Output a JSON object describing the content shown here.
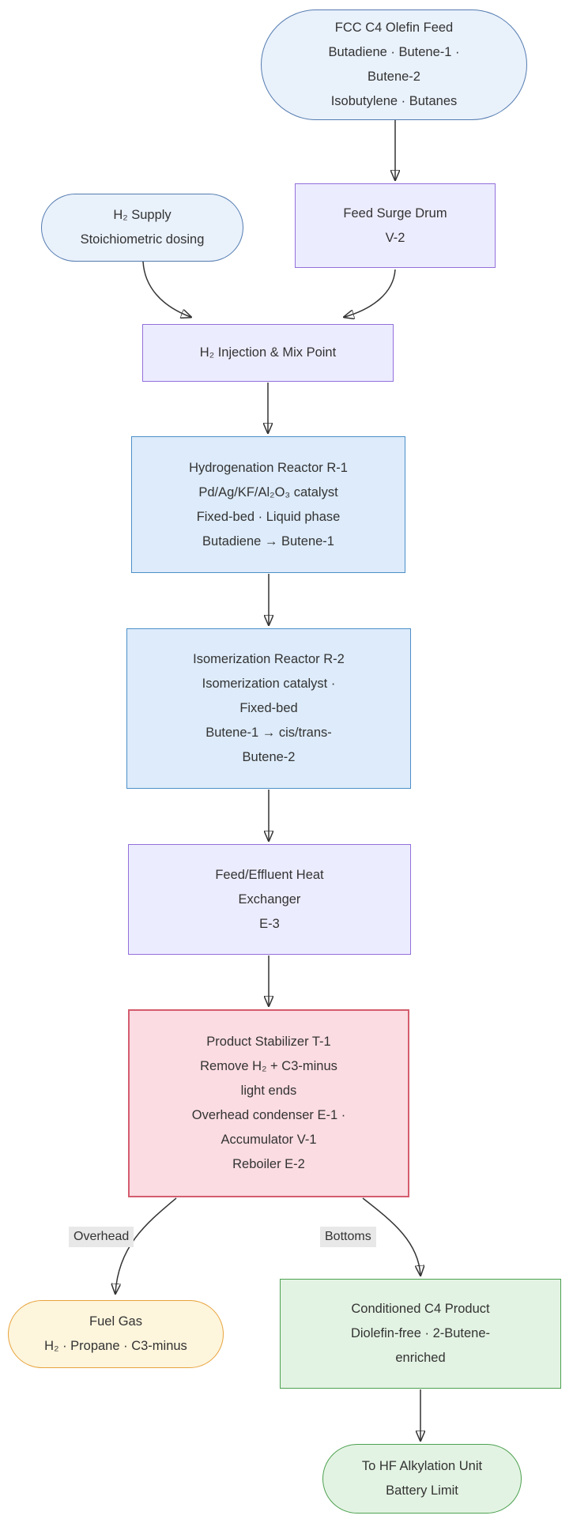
{
  "nodes": {
    "fcc_feed": {
      "lines": [
        "FCC C4 Olefin Feed",
        "Butadiene · Butene-1 ·",
        "Butene-2",
        "Isobutylene · Butanes"
      ]
    },
    "feed_surge": {
      "lines": [
        "Feed Surge Drum",
        "V-2"
      ]
    },
    "h2_supply": {
      "lines": [
        "H₂ Supply",
        "Stoichiometric dosing"
      ]
    },
    "mix_point": {
      "lines": [
        "H₂ Injection & Mix Point"
      ]
    },
    "reactor_r1": {
      "lines": [
        "Hydrogenation Reactor R-1",
        "Pd/Ag/KF/Al₂O₃ catalyst",
        "Fixed-bed · Liquid phase",
        "Butadiene → Butene-1"
      ]
    },
    "reactor_r2": {
      "lines": [
        "Isomerization Reactor R-2",
        "Isomerization catalyst ·",
        "Fixed-bed",
        "Butene-1 → cis/trans-",
        "Butene-2"
      ]
    },
    "exchanger_e3": {
      "lines": [
        "Feed/Effluent Heat",
        "Exchanger",
        "E-3"
      ]
    },
    "stabilizer_t1": {
      "lines": [
        "Product Stabilizer T-1",
        "Remove H₂ + C3-minus",
        "light ends",
        "Overhead condenser E-1 ·",
        "Accumulator V-1",
        "Reboiler E-2"
      ]
    },
    "fuel_gas": {
      "lines": [
        "Fuel Gas",
        "H₂ · Propane · C3-minus"
      ]
    },
    "c4_product": {
      "lines": [
        "Conditioned C4 Product",
        "Diolefin-free · 2-Butene-",
        "enriched"
      ]
    },
    "hf_alkylation": {
      "lines": [
        "To HF Alkylation Unit",
        "Battery Limit"
      ]
    }
  },
  "edge_labels": {
    "overhead": "Overhead",
    "bottoms": "Bottoms"
  },
  "colors": {
    "feed_stream_fill": "#e9f1fb",
    "feed_stream_border": "#547cb0",
    "equipment_fill": "#ececff",
    "equipment_border": "#9370db",
    "reactor_fill": "#ddebfa",
    "reactor_border": "#4c8fc9",
    "stabilizer_fill": "#fbdce2",
    "stabilizer_border": "#d45d6e",
    "fuel_gas_fill": "#fdf5dc",
    "fuel_gas_border": "#e8a33d",
    "product_fill": "#e3f3e3",
    "product_border": "#4da150",
    "edge_label_bg": "#e8e8e8",
    "edge_stroke": "#333333",
    "text": "#333333"
  }
}
